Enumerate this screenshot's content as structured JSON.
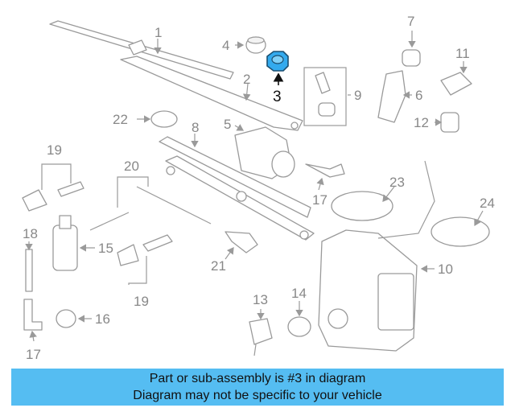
{
  "diagram": {
    "highlight_color": "#33aaee",
    "highlighted_part": "3",
    "callouts": [
      "1",
      "2",
      "3",
      "4",
      "5",
      "6",
      "7",
      "8",
      "9",
      "10",
      "11",
      "12",
      "13",
      "14",
      "15",
      "16",
      "17",
      "18",
      "19",
      "20",
      "21",
      "22",
      "23",
      "24"
    ]
  },
  "footer": {
    "line1": "Part or sub-assembly is #3 in diagram",
    "line2": "Diagram may not be specific to your vehicle",
    "background": "#55bdf2"
  }
}
